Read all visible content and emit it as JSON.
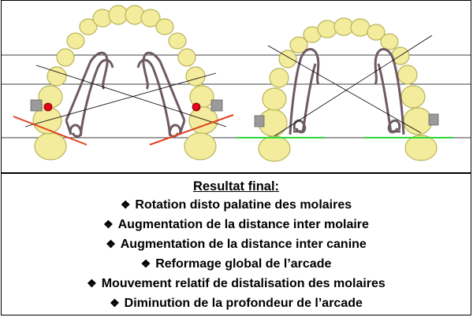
{
  "result": {
    "title": "Resultat final:",
    "bullet_glyph": "❖",
    "items": [
      "Rotation disto palatine des molaires",
      "Augmentation de la distance inter molaire",
      "Augmentation de la distance inter canine",
      "Reformage global de l’arcade",
      "Mouvement relatif de distalisation des molaires",
      "Diminution de la profondeur de l’arcade"
    ]
  },
  "figure": {
    "left_arch_icon": "dental-arch-before-icon",
    "right_arch_icon": "dental-arch-after-icon",
    "colors": {
      "tooth_fill": "#f3ec9c",
      "tooth_stroke": "#b9b35a",
      "wire": "#6e5a63",
      "molar_line_before": "#e2401e",
      "molar_line_after": "#2fd93a",
      "marker": "#e3001b",
      "band": "#9a9a9a"
    }
  }
}
